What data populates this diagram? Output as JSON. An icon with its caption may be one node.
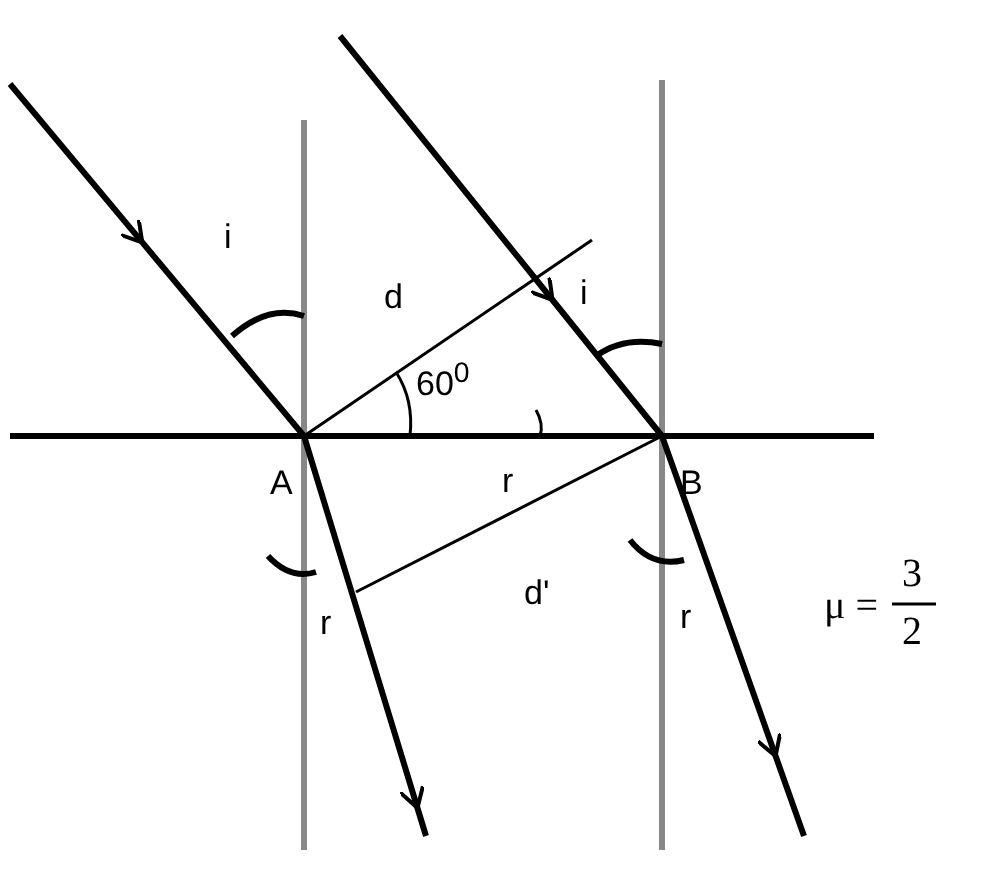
{
  "diagram": {
    "labels": [
      "i",
      "d",
      "60$^{0}$",
      "i",
      "A",
      "r",
      "B",
      "d'",
      "r",
      "r",
      "μ =",
      "3",
      "2"
    ]
  }
}
